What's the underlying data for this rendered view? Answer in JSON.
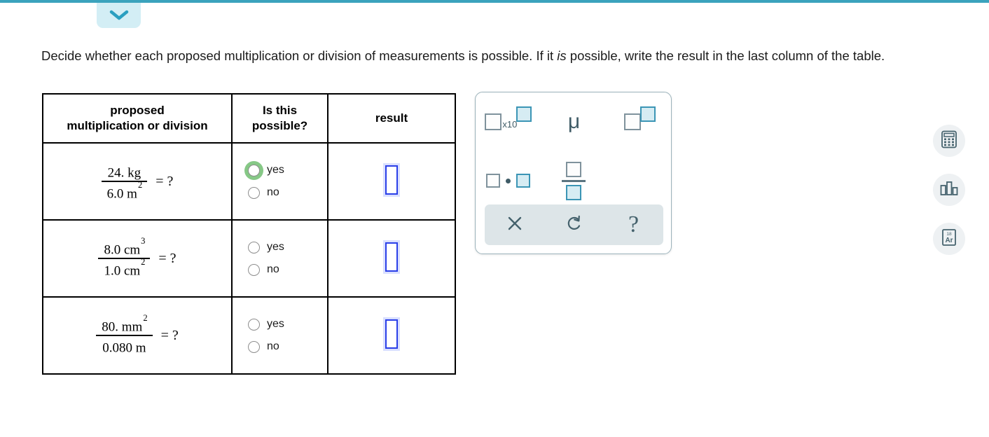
{
  "topbar": {
    "accent_color": "#3ba3bd",
    "tab_bg": "#d3eef5",
    "chevron_icon": "chevron-down-icon"
  },
  "prompt": {
    "part1": "Decide whether each proposed multiplication or division of measurements is possible. If it ",
    "emphasis": "is",
    "part2": " possible, write the result in the last column of the table."
  },
  "table": {
    "headers": {
      "expression": "proposed\nmultiplication or division",
      "expression_line1": "proposed",
      "expression_line2": "multiplication or division",
      "possible_line1": "Is this",
      "possible_line2": "possible?",
      "result": "result"
    },
    "rows": [
      {
        "numerator": "24. kg",
        "numerator_sup": "",
        "denominator": "6.0 m",
        "denominator_sup": "2",
        "equals": "= ?",
        "options": [
          {
            "label": "yes",
            "selected": false,
            "focused": true
          },
          {
            "label": "no",
            "selected": false,
            "focused": false
          }
        ],
        "result_value": ""
      },
      {
        "numerator": "8.0 cm",
        "numerator_sup": "3",
        "denominator": "1.0 cm",
        "denominator_sup": "2",
        "equals": "= ?",
        "options": [
          {
            "label": "yes",
            "selected": false,
            "focused": false
          },
          {
            "label": "no",
            "selected": false,
            "focused": false
          }
        ],
        "result_value": ""
      },
      {
        "numerator": "80. mm",
        "numerator_sup": "2",
        "denominator": "0.080 m",
        "denominator_sup": "",
        "equals": "= ?",
        "options": [
          {
            "label": "yes",
            "selected": false,
            "focused": false
          },
          {
            "label": "no",
            "selected": false,
            "focused": false
          }
        ],
        "result_value": ""
      }
    ]
  },
  "keypad": {
    "buttons": [
      {
        "name": "scientific-notation-button",
        "text": "x10"
      },
      {
        "name": "micro-prefix-button",
        "text": "μ"
      },
      {
        "name": "exponent-button",
        "text": ""
      },
      {
        "name": "multiplication-dot-button",
        "text": ""
      },
      {
        "name": "fraction-button",
        "text": ""
      }
    ],
    "actions": [
      {
        "name": "clear-button",
        "icon": "close-x-icon"
      },
      {
        "name": "undo-button",
        "icon": "undo-arrow-icon"
      },
      {
        "name": "help-button",
        "icon": "question-mark-icon",
        "text": "?"
      }
    ],
    "colors": {
      "box_outline": "#7f929c",
      "box_blue_outline": "#3b95b5",
      "box_blue_fill": "#d6ecf3",
      "action_bar_bg": "#dde5e8"
    }
  },
  "rail": {
    "tools": [
      {
        "name": "calculator-tool",
        "icon": "calculator-icon"
      },
      {
        "name": "data-chart-tool",
        "icon": "bar-chart-icon"
      },
      {
        "name": "periodic-table-tool",
        "icon": "periodic-table-icon",
        "number": "18",
        "symbol": "Ar"
      }
    ]
  },
  "colors": {
    "accent_teal": "#3ba3bd",
    "math_input_blue": "#2a3fe8",
    "focus_green": "#86c886",
    "table_border": "#000000"
  }
}
